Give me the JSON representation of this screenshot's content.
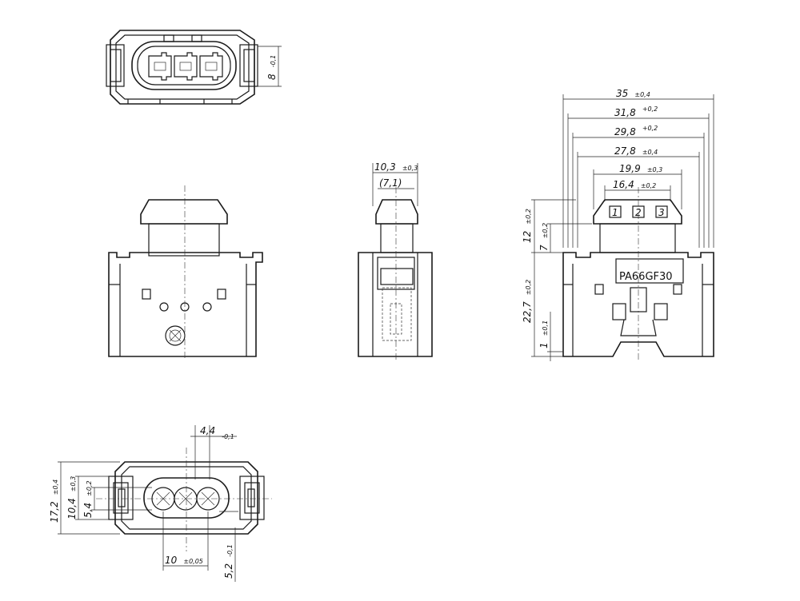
{
  "dimensions": {
    "top_view": {
      "height": {
        "value": "8",
        "tol": "-0,1"
      }
    },
    "side_view": {
      "width": {
        "value": "10,3",
        "tol": "±0,3"
      },
      "ref": {
        "value": "(7,1)"
      }
    },
    "right_view": {
      "w35": {
        "value": "35",
        "tol": "±0,4"
      },
      "w31": {
        "value": "31,8",
        "tol": "+0,2"
      },
      "w29": {
        "value": "29,8",
        "tol": "+0,2"
      },
      "w27": {
        "value": "27,8",
        "tol": "±0,4"
      },
      "w19": {
        "value": "19,9",
        "tol": "±0,3"
      },
      "w16": {
        "value": "16,4",
        "tol": "±0,2"
      },
      "h12": {
        "value": "12",
        "tol": "±0,2"
      },
      "h7": {
        "value": "7",
        "tol": "±0,2"
      },
      "h22": {
        "value": "22,7",
        "tol": "±0,2"
      },
      "h1": {
        "value": "1",
        "tol": "±0,1"
      }
    },
    "bottom_view": {
      "top": {
        "value": "4,4",
        "tol": "-0,1"
      },
      "h17": {
        "value": "17,2",
        "tol": "±0,4"
      },
      "h10": {
        "value": "10,4",
        "tol": "±0,3"
      },
      "h5": {
        "value": "5,4",
        "tol": "±0,2"
      },
      "pitch": {
        "value": "10",
        "tol": "±0,05"
      },
      "pin": {
        "value": "5,2",
        "tol": "-0,1"
      }
    }
  },
  "labels": {
    "material": "PA66GF30",
    "pin1": "1",
    "pin2": "2",
    "pin3": "3"
  }
}
